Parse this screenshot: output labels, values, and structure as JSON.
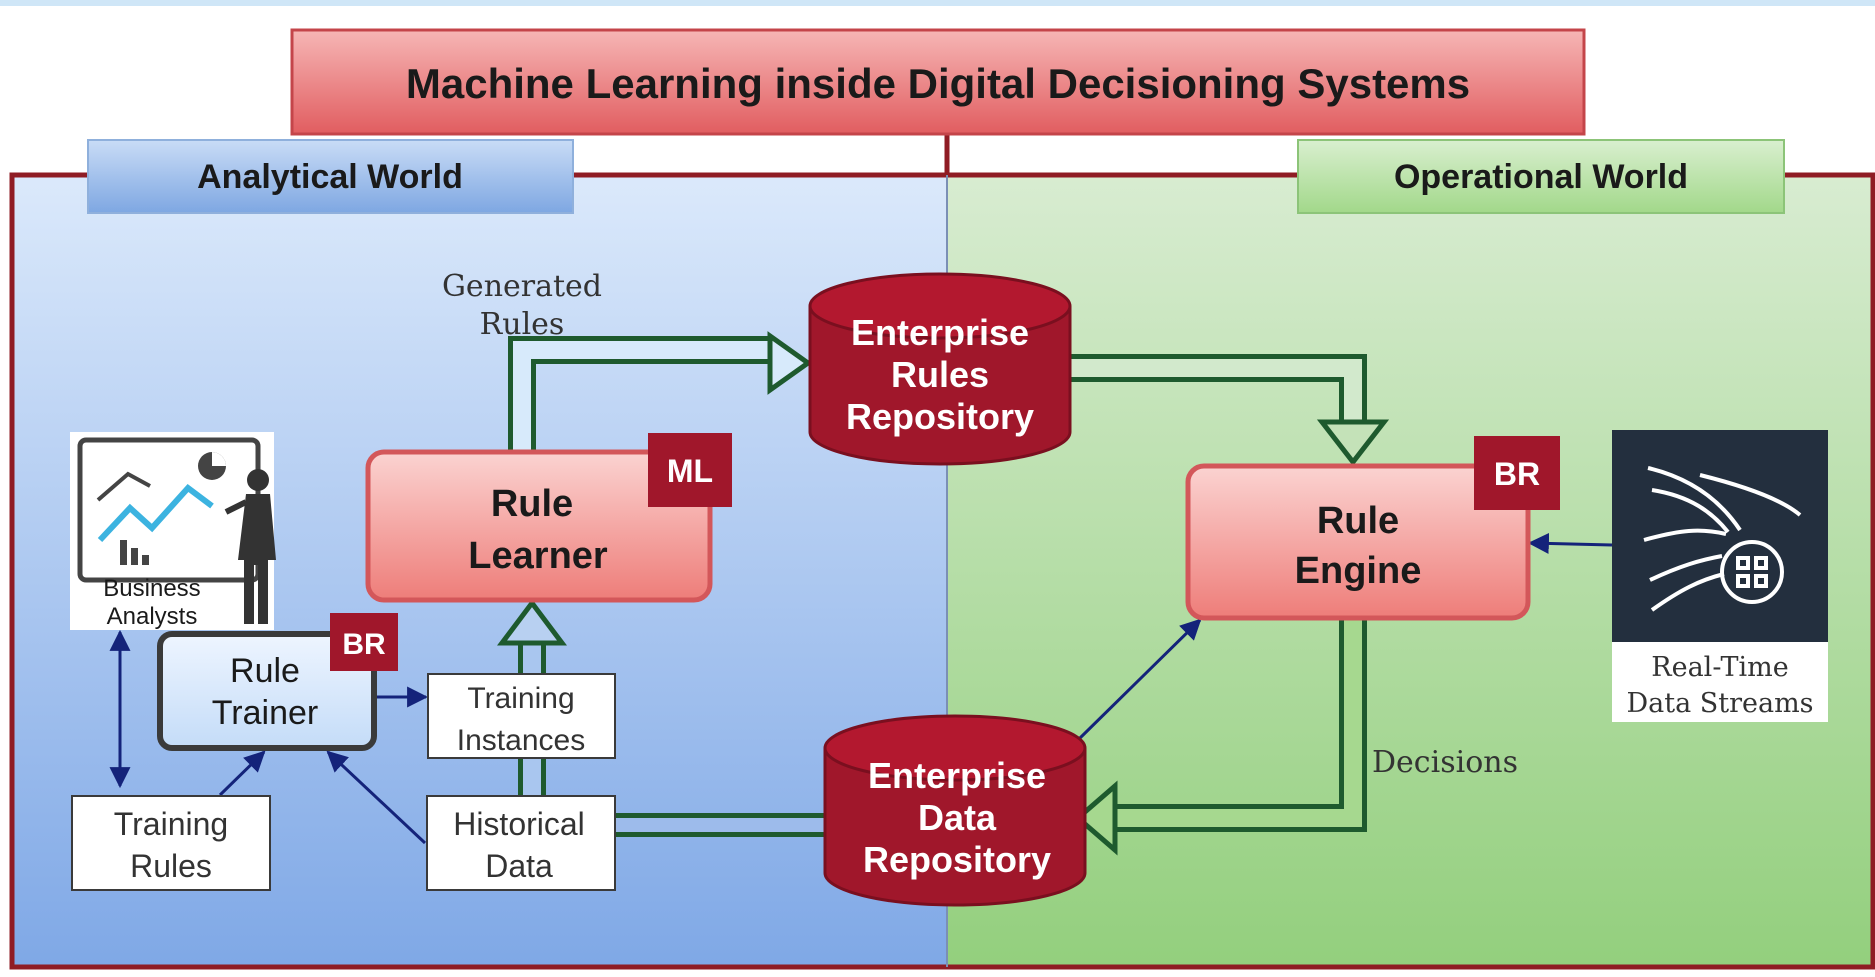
{
  "title": "Machine Learning inside Digital Decisioning Systems",
  "analytical_world": {
    "label": "Analytical World"
  },
  "operational_world": {
    "label": "Operational World"
  },
  "generated_rules": {
    "line1": "Generated",
    "line2": "Rules"
  },
  "enterprise_rules_repo": {
    "line1": "Enterprise",
    "line2": "Rules",
    "line3": "Repository"
  },
  "enterprise_data_repo": {
    "line1": "Enterprise",
    "line2": "Data",
    "line3": "Repository"
  },
  "rule_learner": {
    "line1": "Rule",
    "line2": "Learner",
    "badge": "ML"
  },
  "rule_engine": {
    "line1": "Rule",
    "line2": "Engine",
    "badge": "BR"
  },
  "rule_trainer": {
    "line1": "Rule",
    "line2": "Trainer",
    "badge": "BR"
  },
  "business_analysts": {
    "line1": "Business",
    "line2": "Analysts"
  },
  "training_instances": {
    "line1": "Training",
    "line2": "Instances"
  },
  "training_rules": {
    "line1": "Training",
    "line2": "Rules"
  },
  "historical_data": {
    "line1": "Historical",
    "line2": "Data"
  },
  "realtime_streams": {
    "line1": "Real-Time",
    "line2": "Data Streams"
  },
  "decisions": {
    "label": "Decisions"
  },
  "colors": {
    "dark_red": "#a0172b",
    "title_fill": "#e8686b",
    "box_fill": "#f08a86",
    "arrow_green": "#1e5a2e",
    "arrow_blue": "#14237a"
  }
}
